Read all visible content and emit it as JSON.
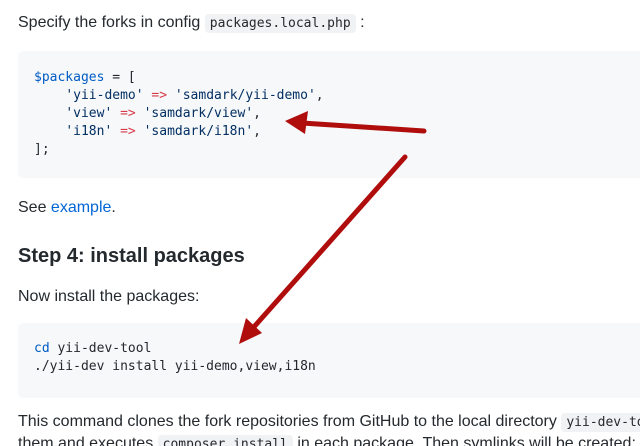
{
  "intro": {
    "text": "Specify the forks in config",
    "code": "packages.local.php",
    "suffix": ":"
  },
  "config_block": {
    "lines": [
      {
        "var": "$packages",
        "rest": " = ["
      },
      {
        "key": "'yii-demo'",
        "arrow": "=>",
        "value": "'samdark/yii-demo'",
        "end": ","
      },
      {
        "key": "'view'",
        "arrow": "=>",
        "value": "'samdark/view'",
        "end": ","
      },
      {
        "key": "'i18n'",
        "arrow": "=>",
        "value": "'samdark/i18n'",
        "end": ","
      },
      {
        "close": "];"
      }
    ]
  },
  "see": {
    "prefix": "See",
    "link": "example",
    "suffix": "."
  },
  "step4": {
    "title": "Step 4: install packages"
  },
  "install_intro": {
    "text": "Now install the packages:"
  },
  "install_block": {
    "line1_cmd": "cd",
    "line1_rest": " yii-dev-tool",
    "line2": "./yii-dev install yii-demo,view,i18n"
  },
  "clone_paragraph": {
    "line1_text": "This command clones the fork repositories from GitHub to the local directory",
    "line1_code": "yii-dev-tool",
    "line2_prefix": "them and executes",
    "line2_code": "composer install",
    "line2_suffix": "in each package. Then symlinks will be created:"
  },
  "annotation_colors": {
    "arrow": "#b00d0d"
  }
}
